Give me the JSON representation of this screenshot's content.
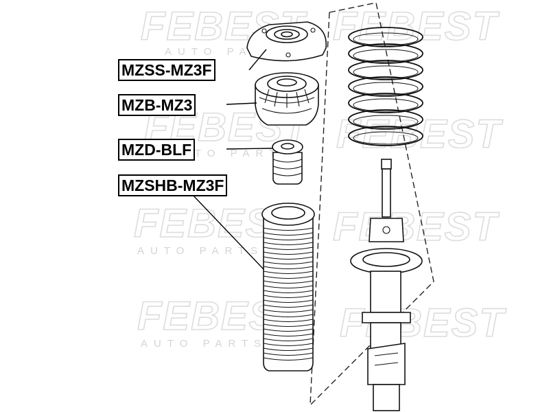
{
  "watermark": {
    "word": "FEBEST",
    "subtitle": "AUTO PARTS"
  },
  "parts": [
    {
      "id": "strut-mount",
      "label": "MZSS-MZ3F"
    },
    {
      "id": "bearing",
      "label": "MZB-MZ3"
    },
    {
      "id": "bump-stop",
      "label": "MZD-BLF"
    },
    {
      "id": "dust-boot",
      "label": "MZSHB-MZ3F"
    }
  ]
}
